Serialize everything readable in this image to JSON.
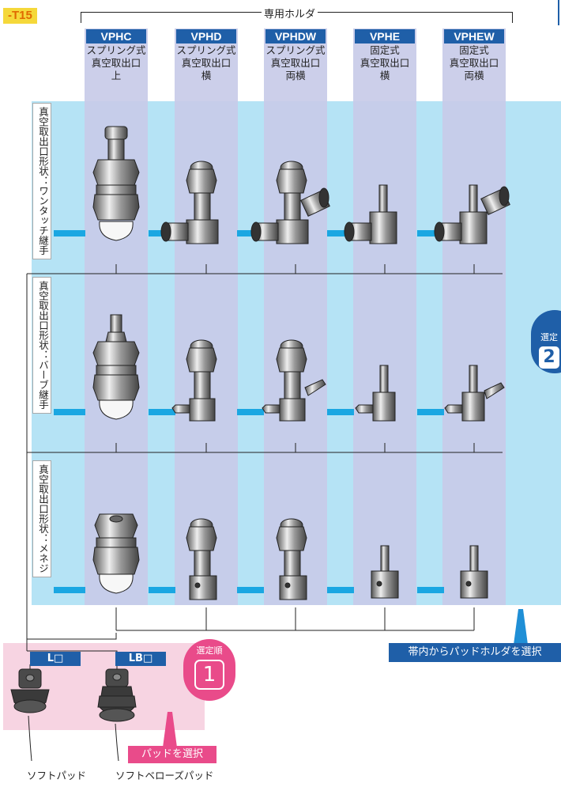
{
  "page_code": "-T15",
  "holder_group_title": "専用ホルダ",
  "columns": [
    {
      "model": "VPHC",
      "lines": [
        "スプリング式",
        "真空取出口",
        "上"
      ]
    },
    {
      "model": "VPHD",
      "lines": [
        "スプリング式",
        "真空取出口",
        "横"
      ]
    },
    {
      "model": "VPHDW",
      "lines": [
        "スプリング式",
        "真空取出口",
        "両横"
      ]
    },
    {
      "model": "VPHE",
      "lines": [
        "固定式",
        "真空取出口",
        "横"
      ]
    },
    {
      "model": "VPHEW",
      "lines": [
        "固定式",
        "真空取出口",
        "両横"
      ]
    }
  ],
  "rows": [
    {
      "label": "真空取出口形状：ワンタッチ継手"
    },
    {
      "label": "真空取出口形状：バーブ継手"
    },
    {
      "label": "真空取出口形状：メネジ"
    }
  ],
  "side_step": {
    "label": "選定",
    "number": "2"
  },
  "pads": [
    {
      "code": "L□",
      "caption": "ソフトパッド"
    },
    {
      "code": "LB□",
      "caption": "ソフトベローズパッド"
    }
  ],
  "step1": {
    "label": "選定順",
    "number": "1"
  },
  "pad_select_label": "パッドを選択",
  "holder_select_label": "帯内からパッドホルダを選択",
  "colors": {
    "band": "#b5e3f5",
    "column": "#c8cbe8",
    "brand_blue": "#1f5fa8",
    "magenta": "#e94b8a",
    "pink_zone": "#f7d4e2",
    "pipe": "#1aa7e2"
  }
}
